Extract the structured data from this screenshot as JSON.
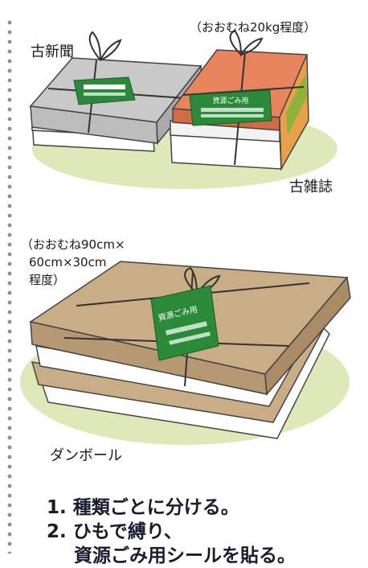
{
  "labels": {
    "newspaper": "古新聞",
    "magazine": "古雑誌",
    "cardboard": "ダンボール"
  },
  "notes": {
    "weight": "（おおむね20kg程度）",
    "size_line1": "（おおむね90cm×",
    "size_line2": "60cm×30cm",
    "size_line3": "程度）"
  },
  "sticker": {
    "title": "資源ごみ用"
  },
  "instructions": {
    "step1": "1. 種類ごとに分ける。",
    "step2_line1": "2. ひもで縛り、",
    "step2_line2": "資源ごみ用シールを貼る。"
  },
  "colors": {
    "sticker_green": "#2a8a3a",
    "newspaper_gray": "#c9c9c9",
    "magazine_orange": "#e8845e",
    "cardboard_tan": "#c8ad86",
    "ground_green": "#dfe8b8"
  }
}
